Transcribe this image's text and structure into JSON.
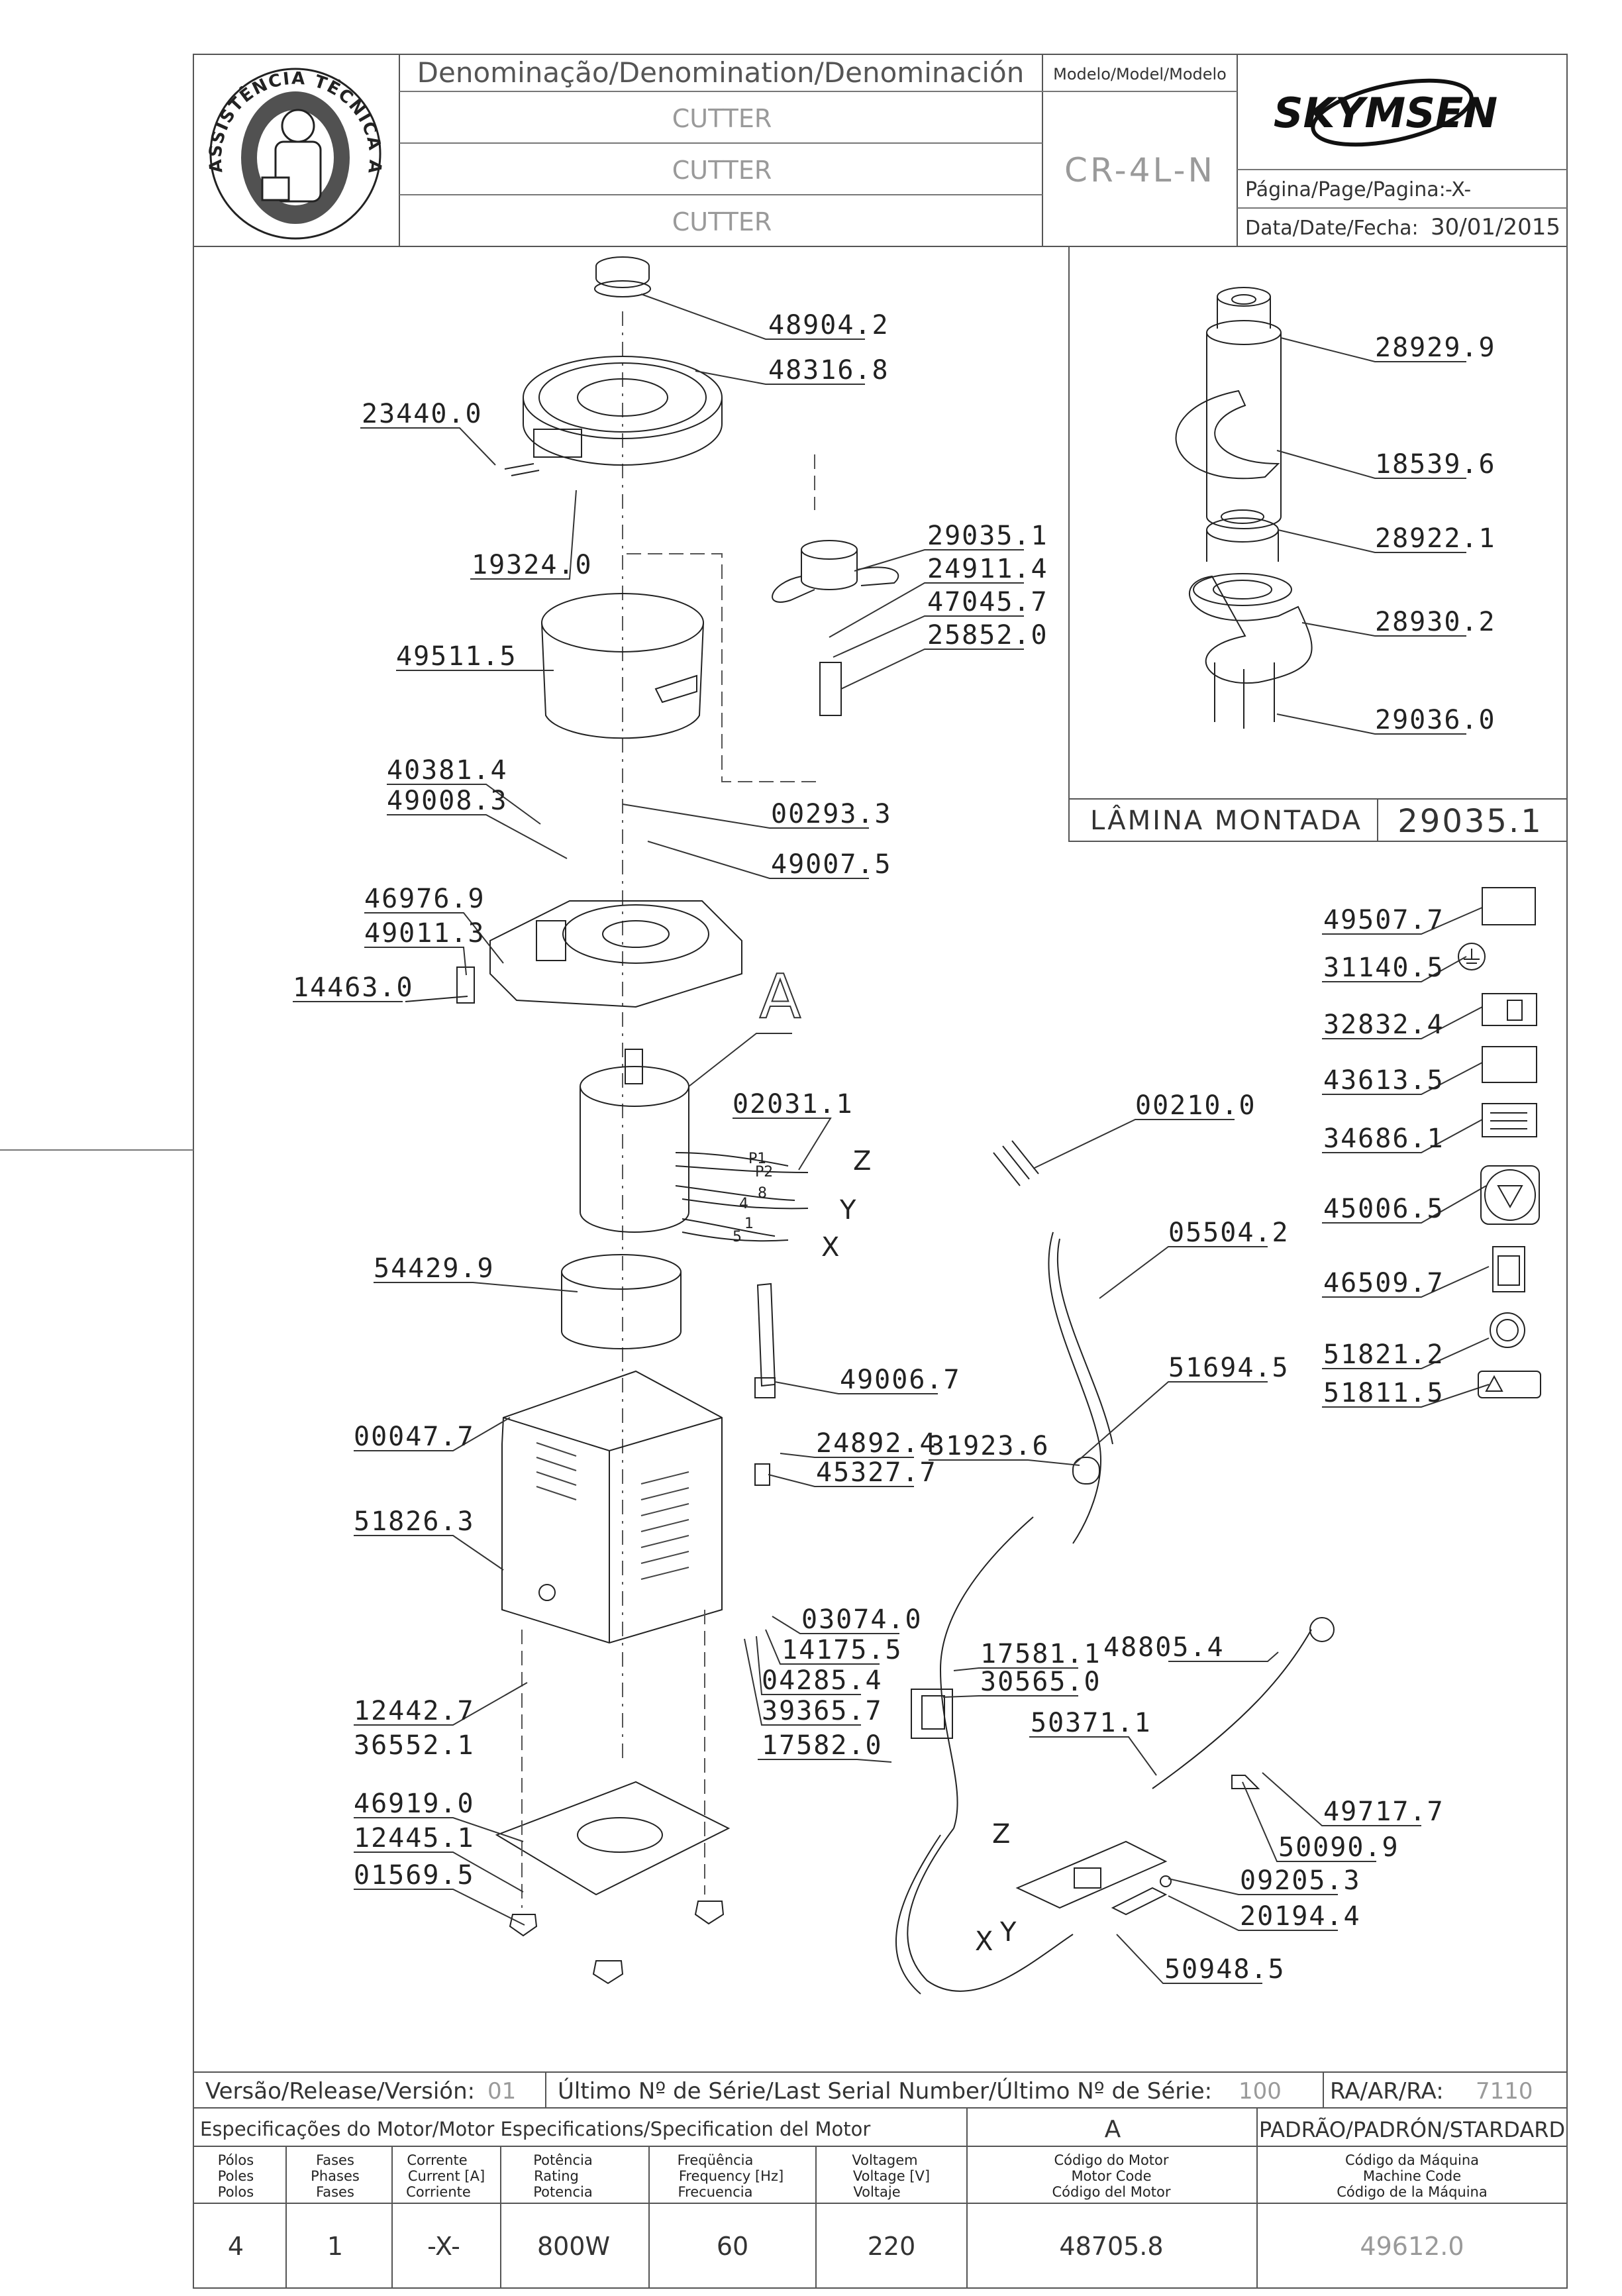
{
  "header": {
    "badge_text": "ASSISTÊNCIA TÉCNICA AUTORIZADA",
    "denomination_label": "Denominação/Denomination/Denominación",
    "denomination_values": [
      "CUTTER",
      "CUTTER",
      "CUTTER"
    ],
    "model_label": "Modelo/Model/Modelo",
    "model_value": "CR-4L-N",
    "brand": "SKYMSEN",
    "page_label": "Página/Page/Pagina:",
    "page_value": "-X-",
    "date_label": "Data/Date/Fecha:",
    "date_value": "30/01/2015"
  },
  "parts": {
    "p48904": "48904.2",
    "p48316": "48316.8",
    "p23440": "23440.0",
    "p19324": "19324.0",
    "p49511": "49511.5",
    "p29035": "29035.1",
    "p24911": "24911.4",
    "p47045": "47045.7",
    "p25852": "25852.0",
    "p40381": "40381.4",
    "p49008": "49008.3",
    "p00293": "00293.3",
    "p49007": "49007.5",
    "p46976": "46976.9",
    "p49011": "49011.3",
    "p14463": "14463.0",
    "p02031": "02031.1",
    "p00210": "00210.0",
    "p05504": "05504.2",
    "p54429": "54429.9",
    "p51694": "51694.5",
    "p49006": "49006.7",
    "p00047": "00047.7",
    "p24892": "24892.4",
    "p31923": "31923.6",
    "p45327": "45327.7",
    "p51826": "51826.3",
    "p03074": "03074.0",
    "p14175": "14175.5",
    "p04285": "04285.4",
    "p39365": "39365.7",
    "p17581": "17581.1",
    "p30565": "30565.0",
    "p48805": "48805.4",
    "p12442": "12442.7",
    "p36552": "36552.1",
    "p17582": "17582.0",
    "p50371": "50371.1",
    "p46919": "46919.0",
    "p12445": "12445.1",
    "p01569": "01569.5",
    "p49717": "49717.7",
    "p50090": "50090.9",
    "p09205": "09205.3",
    "p20194": "20194.4",
    "p50948": "50948.5",
    "p28929": "28929.9",
    "p18539": "18539.6",
    "p28922": "28922.1",
    "p28930": "28930.2",
    "p29036": "29036.0",
    "p49507": "49507.7",
    "p31140": "31140.5",
    "p32832": "32832.4",
    "p43613": "43613.5",
    "p34686": "34686.1",
    "p45006": "45006.5",
    "p46509": "46509.7",
    "p51821": "51821.2",
    "p51811": "51811.5"
  },
  "wires": {
    "p1": "P1",
    "p2": "P2",
    "w8": "8",
    "w4": "4",
    "w1": "1",
    "w5": "5",
    "z": "Z",
    "y": "Y",
    "x": "X"
  },
  "motor_letter": "A",
  "inset": {
    "caption": "LÂMINA MONTADA",
    "code": "29035.1"
  },
  "footer": {
    "version_label": "Versão/Release/Versión:",
    "version_value": "01",
    "serial_label": "Último Nº de Série/Last Serial Number/Último Nº de Série:",
    "serial_value": "100",
    "ra_label": "RA/AR/RA:",
    "ra_value": "7110",
    "motor_spec_label": "Especificações do Motor/Motor Especifications/Specification del Motor",
    "motor_group": "A",
    "standard_label": "PADRÃO/PADRÓN/STARDARD",
    "columns": [
      {
        "l1": "Pólos",
        "l2": "Poles",
        "l3": "Polos",
        "value": "4"
      },
      {
        "l1": "Fases",
        "l2": "Phases",
        "l3": "Fases",
        "value": "1"
      },
      {
        "l1": "Corrente",
        "l2": "Current [A]",
        "l3": "Corriente",
        "value": "-X-"
      },
      {
        "l1": "Potência",
        "l2": "Rating",
        "l3": "Potencia",
        "value": "800W"
      },
      {
        "l1": "Freqüência",
        "l2": "Frequency [Hz]",
        "l3": "Frecuencia",
        "value": "60"
      },
      {
        "l1": "Voltagem",
        "l2": "Voltage [V]",
        "l3": "Voltaje",
        "value": "220"
      },
      {
        "l1": "Código do Motor",
        "l2": "Motor Code",
        "l3": "Código del Motor",
        "value": "48705.8"
      },
      {
        "l1": "Código da Máquina",
        "l2": "Machine Code",
        "l3": "Código de la Máquina",
        "value": "49612.0"
      }
    ]
  }
}
